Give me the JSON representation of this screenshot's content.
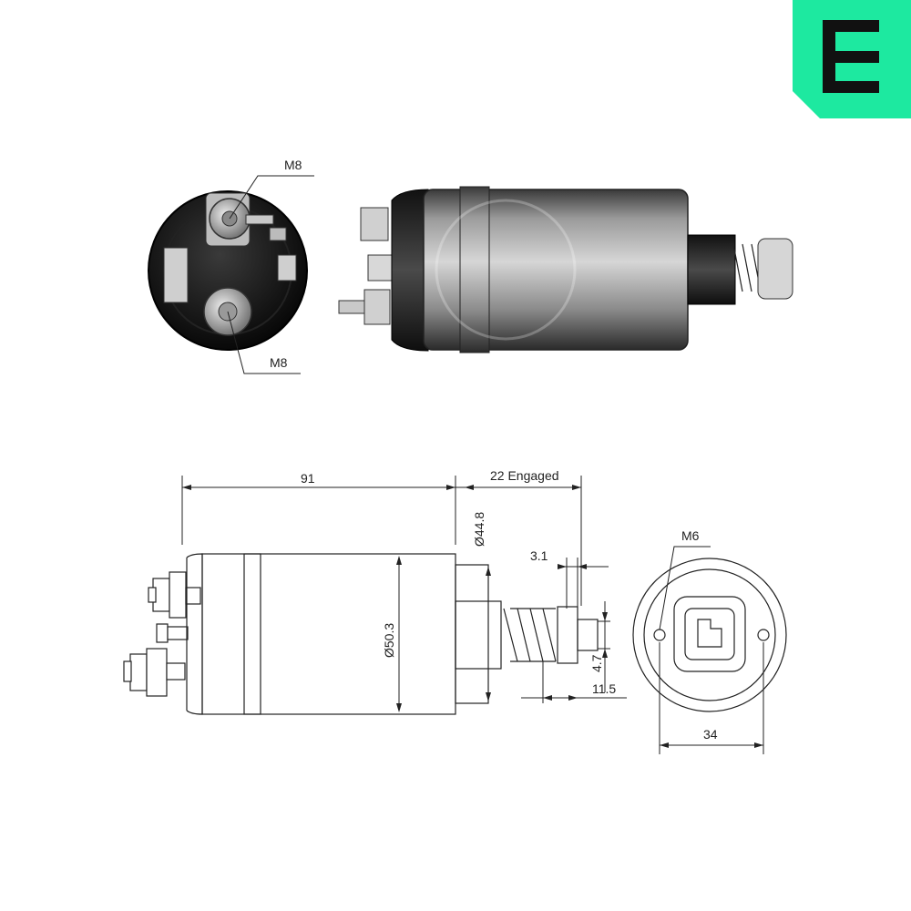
{
  "brand": {
    "logo_letter": "E",
    "color": "#1de9a0"
  },
  "photo": {
    "terminal_label_top": "M8",
    "terminal_label_bottom": "M8"
  },
  "drawing": {
    "length_label": "91",
    "engaged_label": "22 Engaged",
    "diam_nose_label": "Ø44.8",
    "diam_body_label": "Ø50.3",
    "dim_3_1_label": "3.1",
    "dim_4_7_label": "4.7",
    "dim_11_5_label": "11.5",
    "thread_label": "M6",
    "hole_spacing_label": "34"
  }
}
